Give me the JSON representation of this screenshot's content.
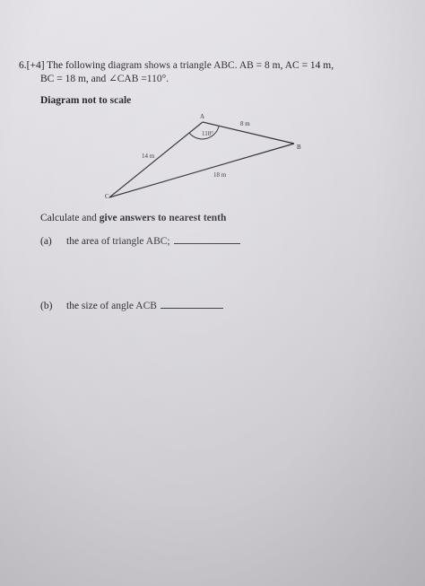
{
  "question": {
    "line1": "6.[+4] The following diagram shows a triangle ABC. AB = 8 m, AC = 14 m,",
    "line2": "BC = 18 m, and  ∠CAB =110°."
  },
  "diagram": {
    "caption": "Diagram not to scale",
    "vertex_a": "A",
    "vertex_b": "B",
    "vertex_c": "C",
    "side_ab": "8 m",
    "side_ac": "14 m",
    "side_bc": "18 m",
    "angle_a": "110°"
  },
  "instruction": {
    "prefix": "Calculate and ",
    "emphasis": "give answers to nearest tenth"
  },
  "parts": [
    {
      "letter": "(a)",
      "text": "the area of triangle ABC;"
    },
    {
      "letter": "(b)",
      "text": "the size of angle ACB"
    }
  ]
}
